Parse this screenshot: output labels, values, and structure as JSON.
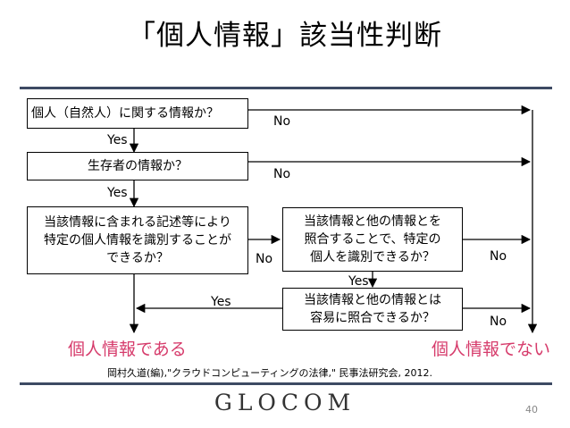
{
  "title": "「個人情報」該当性判断",
  "boxes": {
    "q1": "個人（自然人）に関する情報か？",
    "q2": "生存者の情報か？",
    "q3": "当該情報に含まれる記述等により\n特定の個人情報を識別することが\nできるか？",
    "q4": "当該情報と他の情報とを\n照合することで、特定の\n個人を識別できるか？",
    "q5": "当該情報と他の情報とは\n容易に照合できるか？"
  },
  "labels": {
    "no1": "No",
    "yes1": "Yes",
    "no2": "No",
    "yes2": "Yes",
    "no3": "No",
    "no4": "No",
    "yes4": "Yes",
    "yes5": "Yes",
    "no5": "No"
  },
  "results": {
    "is_personal": "個人情報である",
    "not_personal": "個人情報でない"
  },
  "citation": "岡村久道(編),\"クラウドコンピューティングの法律,\" 民事法研究会, 2012.",
  "logo": "GLOCOM",
  "page_number": "40",
  "colors": {
    "rule": "#3d4a63",
    "result": "#d63b6b"
  }
}
